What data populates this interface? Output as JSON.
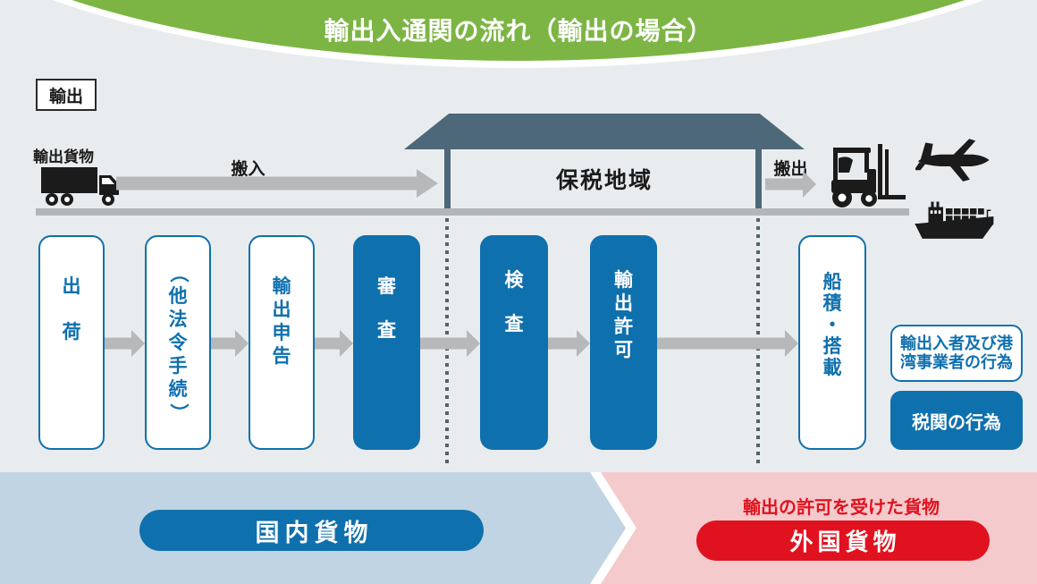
{
  "title": "輸出入通関の流れ（輸出の場合）",
  "header": {
    "export_label": "輸出"
  },
  "flow_top": {
    "cargo_label": "輸出貨物",
    "carry_in": "搬入",
    "carry_out": "搬出",
    "bonded_area": "保税地域"
  },
  "process": {
    "steps": [
      {
        "label": "出荷",
        "type": "white"
      },
      {
        "label": "（他法令手続）",
        "type": "white"
      },
      {
        "label": "輸出申告",
        "type": "white"
      },
      {
        "label": "審査",
        "type": "blue"
      },
      {
        "label": "検査",
        "type": "blue"
      },
      {
        "label": "輸出許可",
        "type": "blue"
      },
      {
        "label": "船積・搭載",
        "type": "white"
      }
    ]
  },
  "legend": {
    "trader": {
      "lines": [
        "輸出入者及び港",
        "湾事業者の行為"
      ]
    },
    "customs": {
      "label": "税関の行為"
    }
  },
  "bottom": {
    "domestic_label": "国内貨物",
    "permitted_note": "輸出の許可を受けた貨物",
    "foreign_label": "外国貨物"
  },
  "icons": {
    "truck": "truck-icon",
    "forklift": "forklift-icon",
    "airplane": "airplane-icon",
    "ship": "ship-icon"
  },
  "colors": {
    "green": "#7cb544",
    "blue": "#0f70ae",
    "slate": "#4d6879",
    "red": "#e1121f",
    "band_blue": "#c1d4e3",
    "band_pink": "#f4cacc",
    "arrow_gray": "#b6b8ba",
    "background": "#e9ecee"
  }
}
